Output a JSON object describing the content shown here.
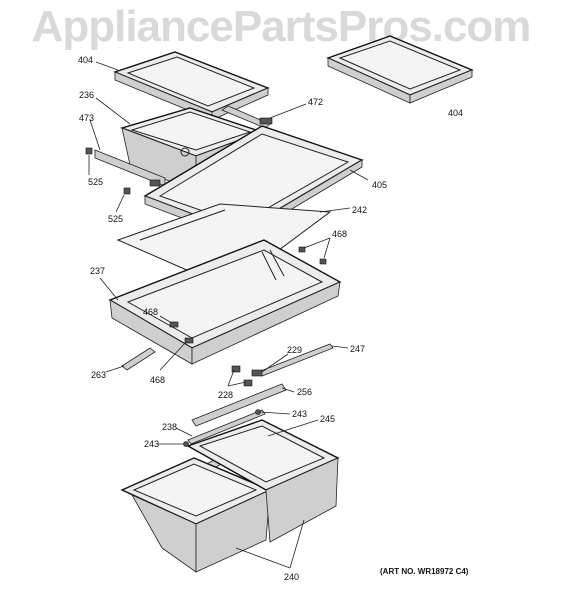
{
  "watermark": "AppliancePartsPros.com",
  "art_number": "(ART NO. WR18972 C4)",
  "callouts": {
    "c404_left": "404",
    "c404_right": "404",
    "c236": "236",
    "c473": "473",
    "c472": "472",
    "c525_a": "525",
    "c525_b": "525",
    "c405": "405",
    "c242": "242",
    "c468_a": "468",
    "c237": "237",
    "c468_b": "468",
    "c468_c": "468",
    "c263": "263",
    "c229": "229",
    "c247": "247",
    "c228": "228",
    "c256": "256",
    "c243_a": "243",
    "c238": "238",
    "c245": "245",
    "c243_b": "243",
    "c240": "240"
  }
}
